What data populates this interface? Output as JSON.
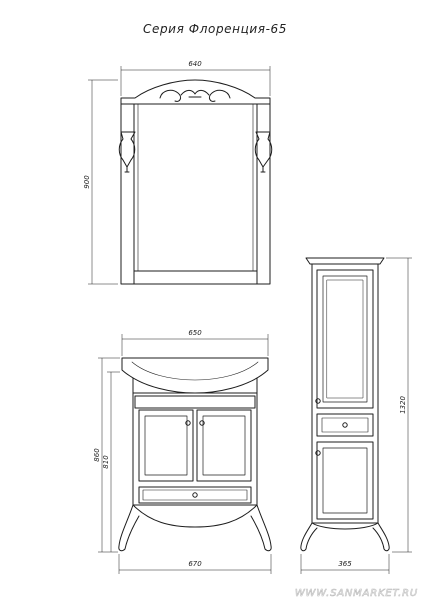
{
  "title": "Серия Флоренция-65",
  "dimensions": {
    "mirror_width": "640",
    "mirror_height": "900",
    "vanity_top_width": "650",
    "vanity_bottom_width": "670",
    "vanity_height": "860",
    "vanity_body_height": "810",
    "cabinet_height": "1320",
    "cabinet_depth": "365"
  },
  "watermark": "WWW.SANMARKET.RU"
}
